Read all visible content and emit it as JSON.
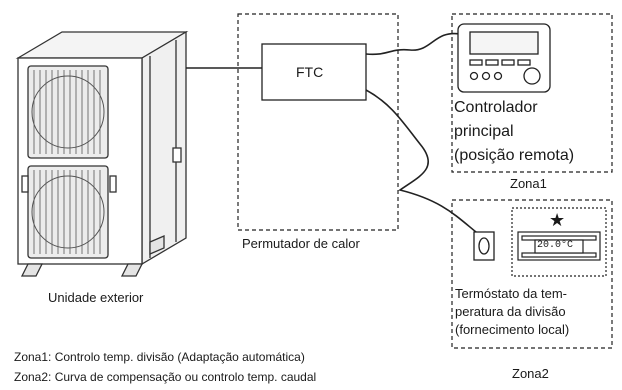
{
  "outdoor_unit": {
    "label": "Unidade exterior"
  },
  "heat_exchanger": {
    "box_label": "FTC",
    "label": "Permutador de calor"
  },
  "main_controller": {
    "lines": [
      "Controlador",
      "principal",
      "(posição remota)"
    ]
  },
  "zone1": {
    "label": "Zona1"
  },
  "zone2": {
    "label": "Zona2",
    "marker": "★",
    "thermostat_display": "20.0°C",
    "thermostat_lines": [
      "Termóstato da tem-",
      "peratura da divisão",
      "(fornecimento local)"
    ]
  },
  "notes": [
    "Zona1: Controlo temp. divisão (Adaptação automática)",
    "Zona2: Curva de compensação ou controlo temp. caudal"
  ]
}
